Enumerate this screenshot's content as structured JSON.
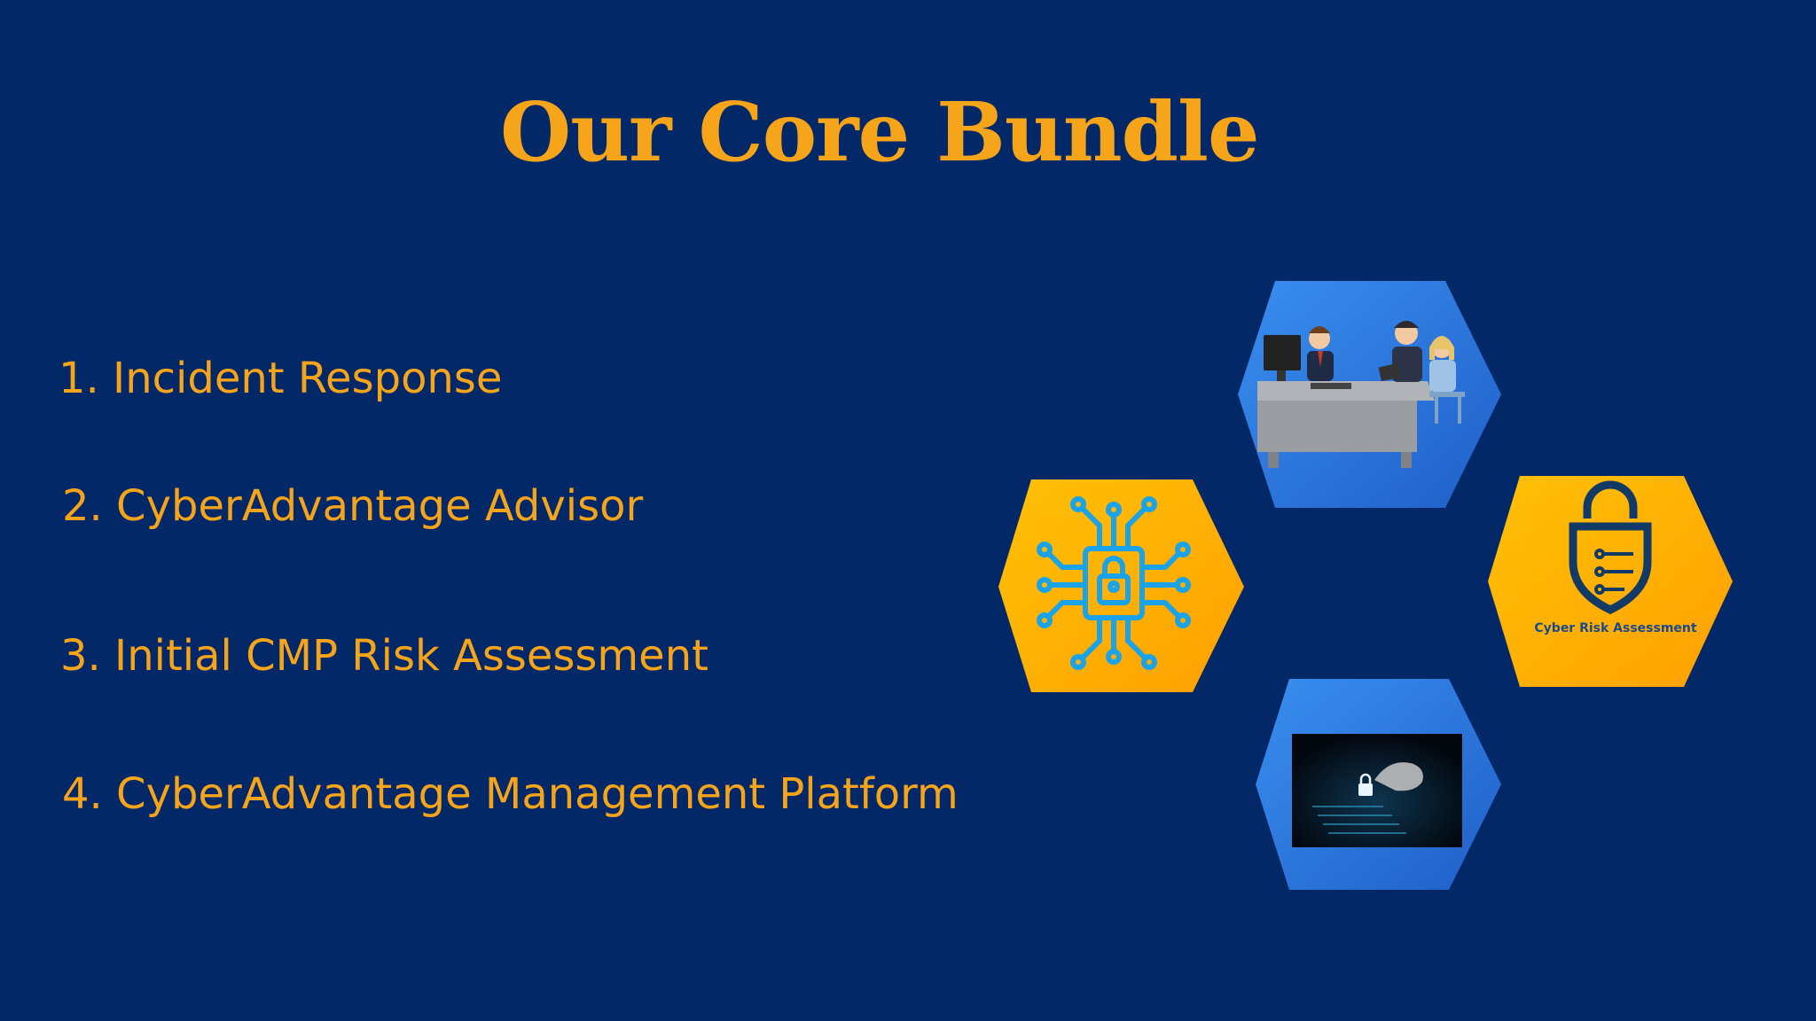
{
  "slide": {
    "title": "Our Core Bundle",
    "items": [
      "1. Incident Response",
      "2. CyberAdvantage Advisor",
      "3. Initial CMP Risk Assessment",
      "4. CyberAdvantage Management Platform"
    ],
    "risk_badge_label": "Cyber Risk Assessment"
  },
  "colors": {
    "background": "#032868",
    "accent_orange": "#F6A41A",
    "hex_blue": "#2F7BE0",
    "hex_orange": "#FFB000",
    "icon_blue": "#1AA3E8",
    "shield_navy": "#123A66"
  },
  "icons": [
    "meeting-illustration",
    "circuit-lock-icon",
    "shield-lock-icon",
    "hand-lock-screen-image"
  ]
}
